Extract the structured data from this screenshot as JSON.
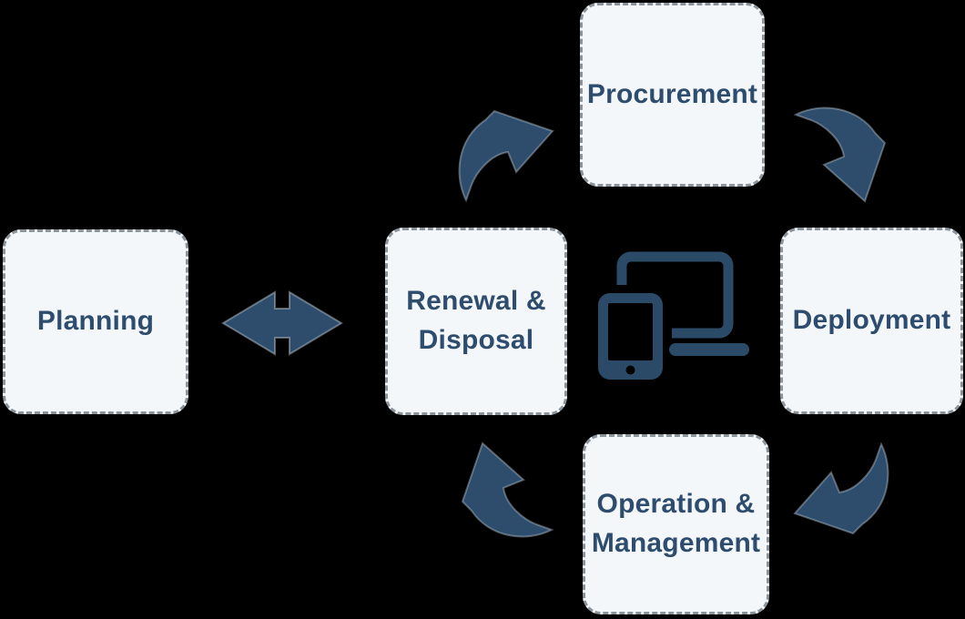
{
  "diagram": {
    "nodes": [
      {
        "id": "planning",
        "label": "Planning"
      },
      {
        "id": "procurement",
        "label": "Procurement"
      },
      {
        "id": "deployment",
        "label": "Deployment"
      },
      {
        "id": "operation-management",
        "label": "Operation &\nManagement"
      },
      {
        "id": "renewal-disposal",
        "label": "Renewal &\nDisposal"
      }
    ],
    "arrows": [
      {
        "from": "Planning",
        "to": "Renewal & Disposal",
        "type": "double-headed"
      },
      {
        "from": "Renewal & Disposal",
        "to": "Procurement",
        "type": "curved"
      },
      {
        "from": "Procurement",
        "to": "Deployment",
        "type": "curved"
      },
      {
        "from": "Deployment",
        "to": "Operation & Management",
        "type": "curved"
      },
      {
        "from": "Operation & Management",
        "to": "Renewal & Disposal",
        "type": "curved"
      }
    ],
    "icons": {
      "center": "devices-icon"
    },
    "colors": {
      "arrow": "#2e4d6c",
      "icon": "#2b4a68",
      "box_fill": "#f4f7f9",
      "box_border": "#8b939b",
      "text": "#2e4d6e",
      "background": "#000000"
    }
  }
}
